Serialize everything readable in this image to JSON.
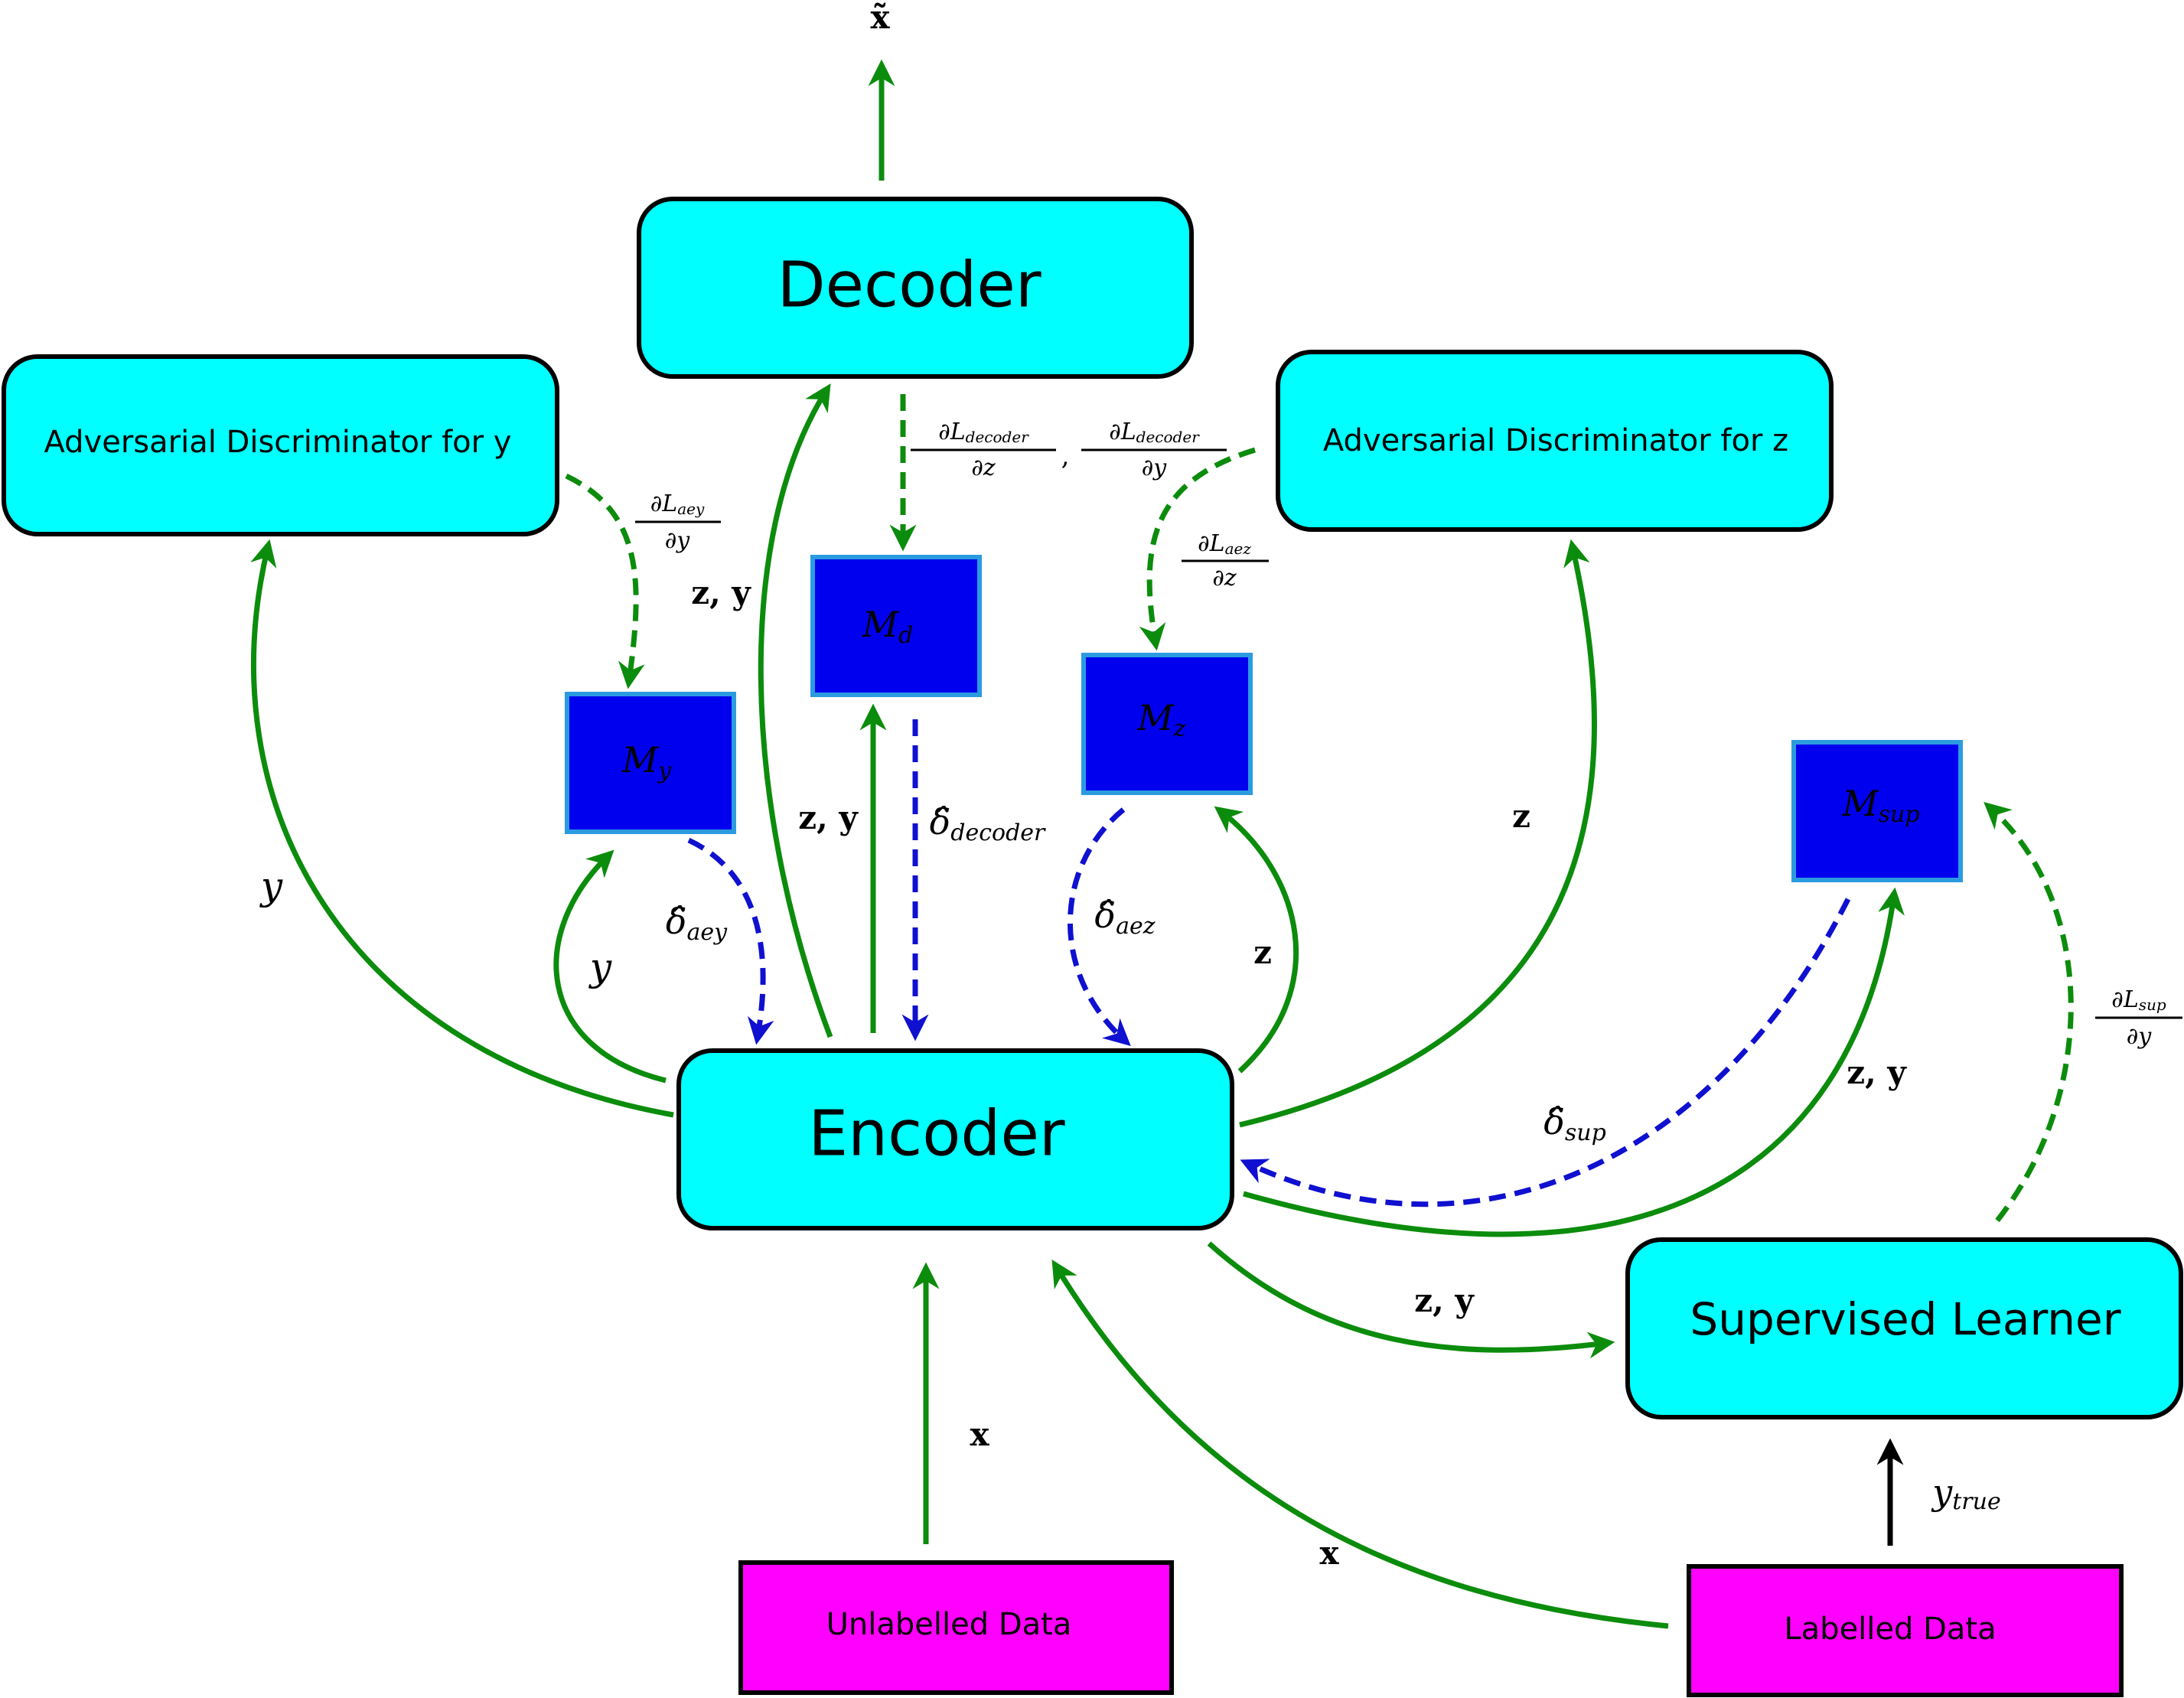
{
  "colors": {
    "box_fill": "#00ffff",
    "memory_fill": "#0000ee",
    "memory_border": "#2b9be0",
    "data_fill": "#ff00ff",
    "forward_arrow": "#0c8c0c",
    "gradient_arrow": "#0c8c0c",
    "error_arrow": "#1010d0",
    "label_arrow": "#000000"
  },
  "boxes": {
    "decoder": "Decoder",
    "encoder": "Encoder",
    "disc_y": "Adversarial Discriminator for y",
    "disc_z": "Adversarial Discriminator for z",
    "supervised": "Supervised Learner",
    "unlabelled": "Unlabelled Data",
    "labelled": "Labelled Data"
  },
  "memories": {
    "m_d": {
      "base": "M",
      "sub": "d"
    },
    "m_y": {
      "base": "M",
      "sub": "y"
    },
    "m_z": {
      "base": "M",
      "sub": "z"
    },
    "m_sup": {
      "base": "M",
      "sub": "sup"
    }
  },
  "labels": {
    "x_tilde": "x̃",
    "zy": "z, y",
    "z": "z",
    "y": "y",
    "x": "x",
    "y_true_base": "y",
    "y_true_sub": "true",
    "delta_hat": "δ̂",
    "delta_aey_sub": "aey",
    "delta_aez_sub": "aez",
    "delta_decoder_sub": "decoder",
    "delta_sup_sub": "sup",
    "partial": "∂",
    "L": "L",
    "L_aey_sub": "aey",
    "L_aez_sub": "aez",
    "L_decoder_sub": "decoder",
    "L_sup_sub": "sup",
    "dy": "∂y",
    "dz": "∂z",
    "comma": ","
  }
}
